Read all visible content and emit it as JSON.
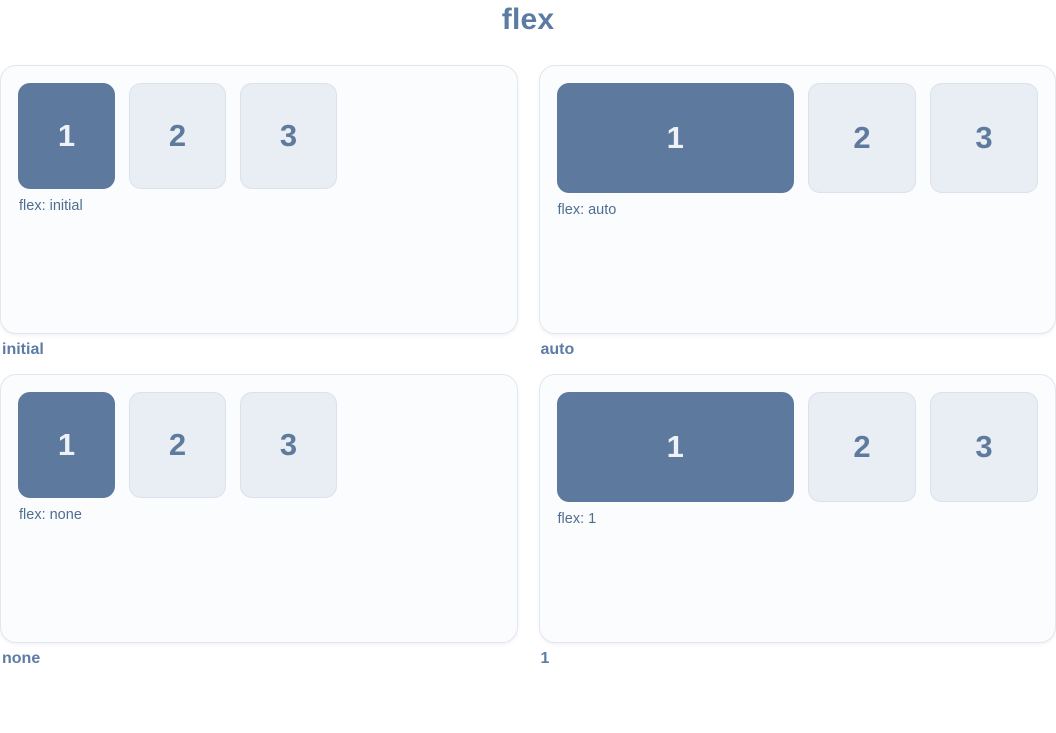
{
  "page": {
    "title": "flex"
  },
  "colors": {
    "title_color": "#5b7ba3",
    "caption_color": "#5d7ca4",
    "flex_label_color": "#4e6e90",
    "box_dark_bg": "#5d799d",
    "box_dark_text": "#eef2f8",
    "box_light_bg": "#e9edf4",
    "box_light_border": "#dbe1ed",
    "box_light_text": "#5e7b9e",
    "panel_bg": "#fbfcfe",
    "panel_border": "#e2e6f0",
    "page_bg": "#ffffff"
  },
  "panels": [
    {
      "caption": "initial",
      "flex_label": "flex: initial",
      "boxes": [
        "1",
        "2",
        "3"
      ]
    },
    {
      "caption": "auto",
      "flex_label": "flex: auto",
      "boxes": [
        "1",
        "2",
        "3"
      ]
    },
    {
      "caption": "none",
      "flex_label": "flex: none",
      "boxes": [
        "1",
        "2",
        "3"
      ]
    },
    {
      "caption": "1",
      "flex_label": "flex: 1",
      "boxes": [
        "1",
        "2",
        "3"
      ]
    }
  ]
}
